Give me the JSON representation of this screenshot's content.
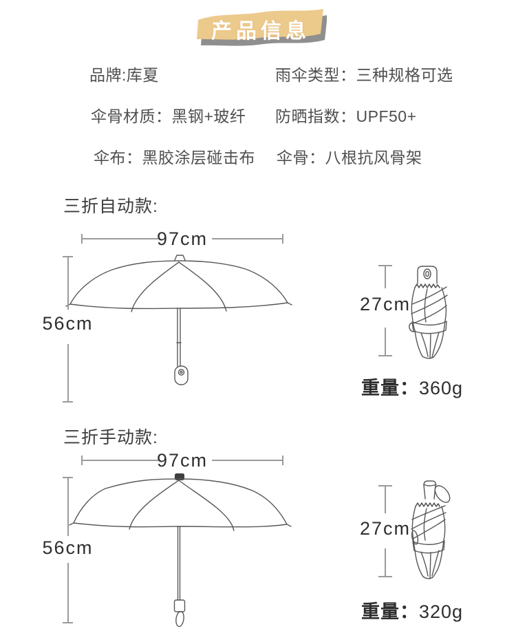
{
  "banner": {
    "title": "产品信息",
    "fill_color": "#ecca8c",
    "shadow_color": "#8f8f8f",
    "text_color": "#ffffff"
  },
  "specs": {
    "rows": [
      {
        "left": "品牌:库夏",
        "right": "雨伞类型：三种规格可选"
      },
      {
        "left": "伞骨材质：黑钢+玻纤",
        "right": "防晒指数：UPF50+"
      },
      {
        "left": "伞布：黑胶涂层碰击布",
        "right": "伞骨：八根抗风骨架"
      }
    ]
  },
  "sections": [
    {
      "title": "三折自动款:",
      "open_width": "97cm",
      "open_height": "56cm",
      "folded_length": "27cm",
      "weight_label": "重量：",
      "weight_value": "360g"
    },
    {
      "title": "三折手动款:",
      "open_width": "97cm",
      "open_height": "56cm",
      "folded_length": "27cm",
      "weight_label": "重量：",
      "weight_value": "320g"
    }
  ],
  "colors": {
    "line_art": "#57575a",
    "dimension_line": "#9a9a9a",
    "text_primary": "#3c3c3c"
  }
}
